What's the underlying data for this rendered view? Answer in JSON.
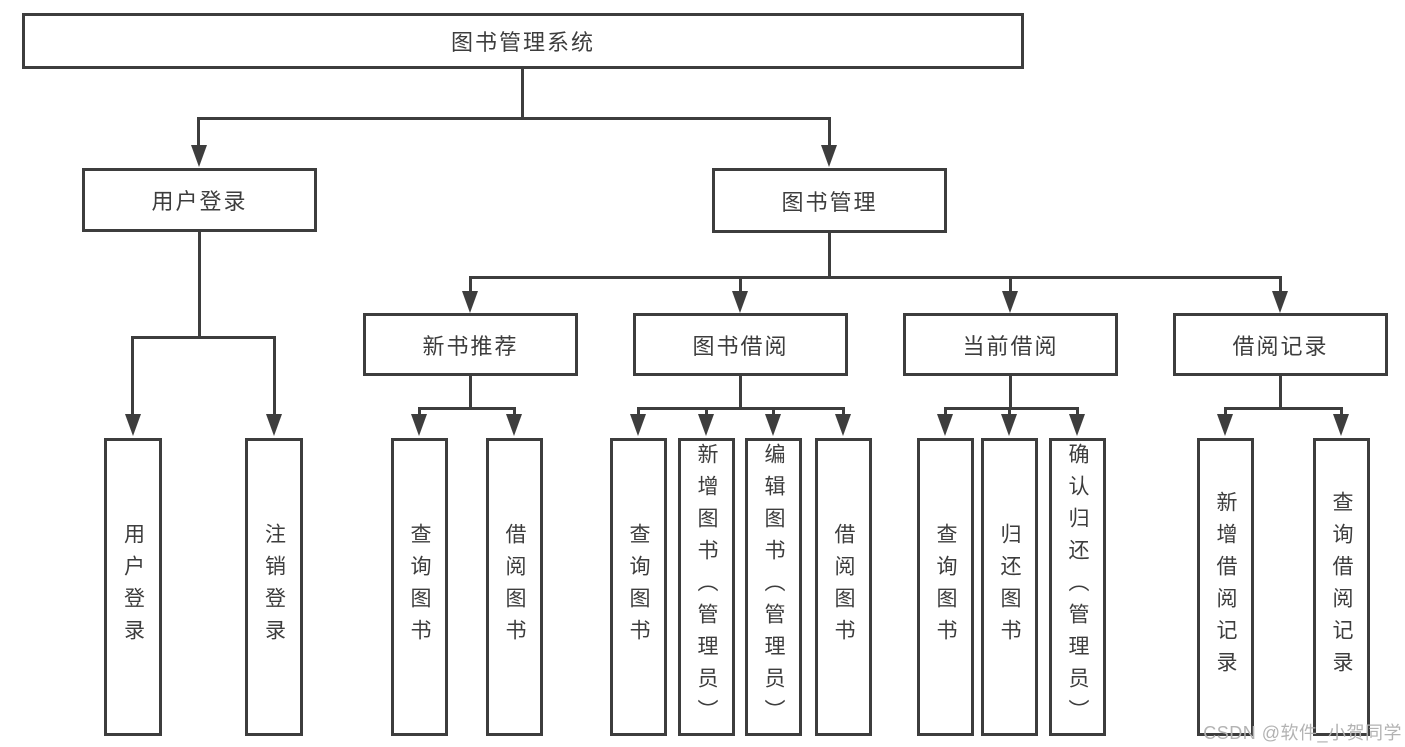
{
  "diagram": {
    "root": {
      "label": "图书管理系统"
    },
    "branches": [
      {
        "label": "用户登录",
        "children": [
          {
            "label": "用户登录"
          },
          {
            "label": "注销登录"
          }
        ]
      },
      {
        "label": "图书管理",
        "children": [
          {
            "label": "新书推荐",
            "children": [
              {
                "label": "查询图书"
              },
              {
                "label": "借阅图书"
              }
            ]
          },
          {
            "label": "图书借阅",
            "children": [
              {
                "label": "查询图书"
              },
              {
                "label": "新增图书（管理员）"
              },
              {
                "label": "编辑图书（管理员）"
              },
              {
                "label": "借阅图书"
              }
            ]
          },
          {
            "label": "当前借阅",
            "children": [
              {
                "label": "查询图书"
              },
              {
                "label": "归还图书"
              },
              {
                "label": "确认归还（管理员）"
              }
            ]
          },
          {
            "label": "借阅记录",
            "children": [
              {
                "label": "新增借阅记录"
              },
              {
                "label": "查询借阅记录"
              }
            ]
          }
        ]
      }
    ]
  },
  "watermark": {
    "text": "CSDN @软件_小贺同学"
  },
  "colors": {
    "line": "#3d3d3d",
    "box_border": "#3d3d3d",
    "box_background": "#ffffff",
    "watermark": "#b3b3b3"
  }
}
